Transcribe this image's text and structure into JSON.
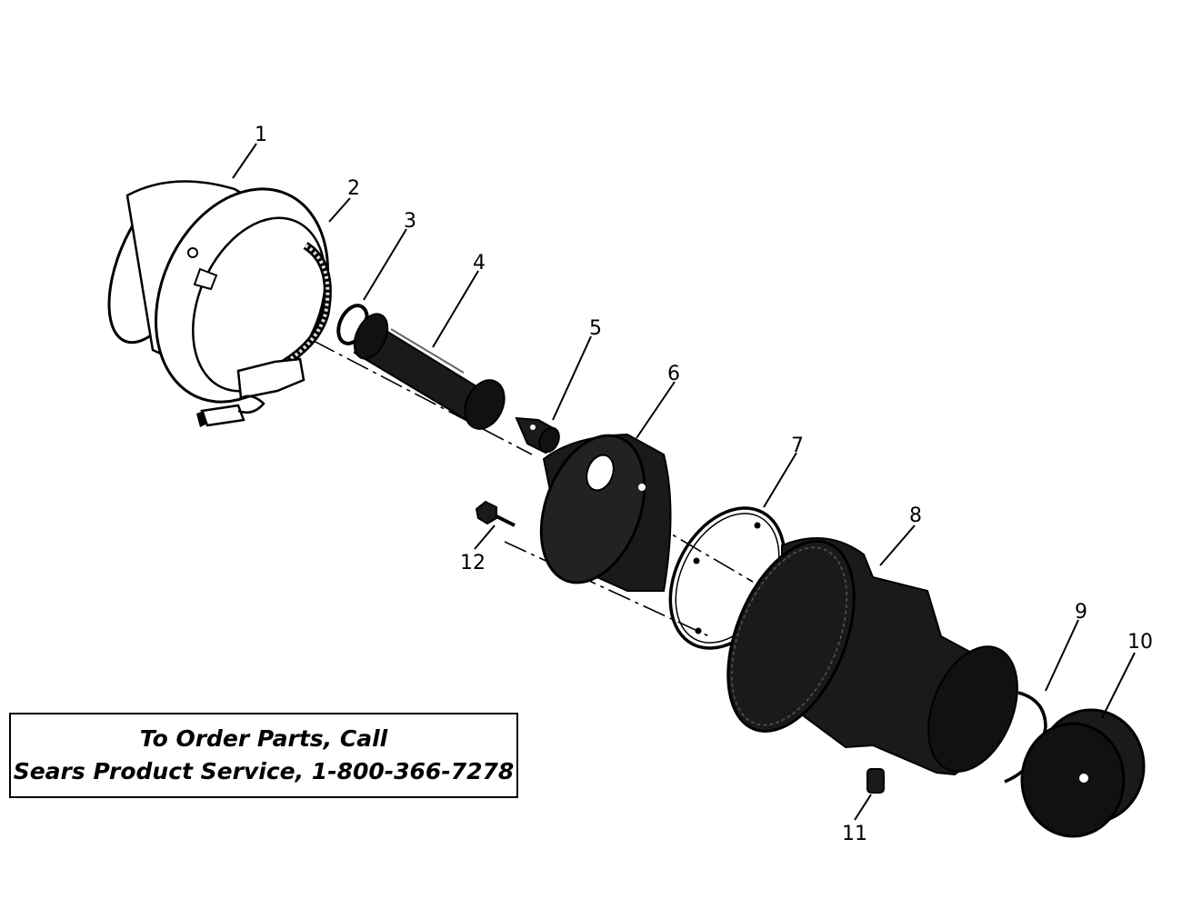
{
  "callouts": {
    "c1": "1",
    "c2": "2",
    "c3": "3",
    "c4": "4",
    "c5": "5",
    "c6": "6",
    "c7": "7",
    "c8": "8",
    "c9": "9",
    "c10": "10",
    "c11": "11",
    "c12": "12"
  },
  "order_box": {
    "line1": "To Order Parts, Call",
    "line2": "Sears Product Service, 1-800-366-7278"
  },
  "colors": {
    "ink": "#000000",
    "paper": "#ffffff",
    "shade": "#1a1a1a"
  }
}
